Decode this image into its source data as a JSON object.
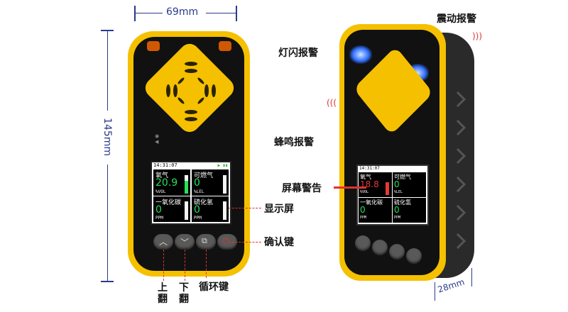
{
  "dimensions": {
    "width": "69mm",
    "height": "145mm",
    "depth": "28mm"
  },
  "labels": {
    "vibration_alarm": "震动报警",
    "light_alarm": "灯闪报警",
    "buzzer_alarm": "蜂鸣报警",
    "screen_warning": "屏幕警告",
    "display": "显示屏",
    "confirm_key": "确认键",
    "cycle_key": "循环键",
    "up_page": "上翻",
    "down_page": "下翻"
  },
  "screen": {
    "time": "14:31:07",
    "cells": [
      {
        "name": "氧气",
        "value": "20.9",
        "unit": "%VOL"
      },
      {
        "name": "可燃气",
        "value": "0",
        "unit": "%LEL"
      },
      {
        "name": "一氧化碳",
        "value": "0",
        "unit": "PPM"
      },
      {
        "name": "硫化氢",
        "value": "0",
        "unit": "PPM"
      }
    ]
  },
  "screen_right": {
    "time": "14:31:07",
    "cells": [
      {
        "name": "氧气",
        "value": "18.8",
        "unit": "%VOL"
      },
      {
        "name": "可燃气",
        "value": "0",
        "unit": "%LEL"
      },
      {
        "name": "一氧化碳",
        "value": "0",
        "unit": "PPM"
      },
      {
        "name": "硫化氢",
        "value": "0",
        "unit": "PPM"
      }
    ]
  },
  "colors": {
    "yellow": "#f5c000",
    "black": "#111111",
    "dim_blue": "#2a3a8c",
    "leader_red": "#d33333",
    "reading_green": "#27e05a",
    "alarm_red": "#e53935"
  }
}
